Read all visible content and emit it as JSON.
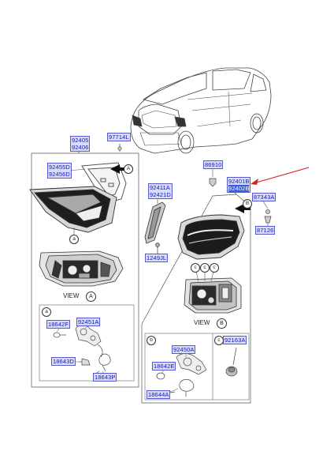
{
  "callouts": {
    "p92405_92406": [
      "92405",
      "92406"
    ],
    "p97714L": "97714L",
    "p92455_92456": [
      "92455D",
      "92456D"
    ],
    "p86910": "86910",
    "p92401_92402": [
      "92401B",
      "92402B"
    ],
    "p92411_92421": [
      "92411A",
      "92421D"
    ],
    "p87343A": "87343A",
    "p87126": "87126",
    "p1249JL": "1249JL",
    "p18642F": "18642F",
    "p92451A": "92451A",
    "p18643D": "18643D",
    "p18643P": "18643P",
    "p92450A": "92450A",
    "p92163A": "92163A",
    "p18642E": "18642E",
    "p18644A": "18644A"
  },
  "views": {
    "view_a_word": "VIEW",
    "view_a_letter": "A",
    "view_b_word": "VIEW",
    "view_b_letter": "B"
  },
  "markers": {
    "a": "a",
    "b": "b",
    "c": "c",
    "A": "A",
    "B": "B"
  },
  "colors": {
    "callout_fill": "#d6dcff",
    "callout_text": "#1a1aa8",
    "callout_selected_fill": "#3b5bd9",
    "pointer_arrow": "#d42020"
  }
}
